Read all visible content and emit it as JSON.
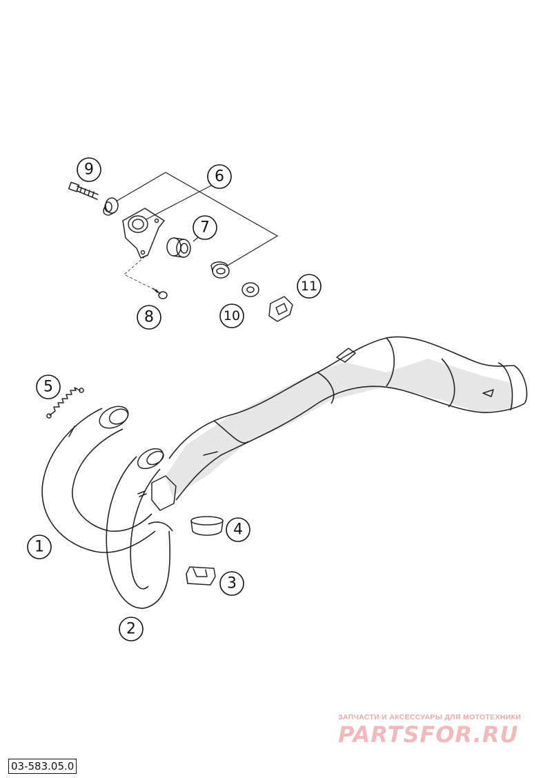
{
  "callouts": [
    "1",
    "2",
    "3",
    "4",
    "5",
    "6",
    "7",
    "8",
    "9",
    "10",
    "11"
  ],
  "document_code": "03-583.05.0",
  "watermark": {
    "caption": "ЗАПЧАСТИ И АКСЕССУАРЫ ДЛЯ МОТОТЕХНИКИ",
    "logo": "PARTSFOR.RU",
    "color": "#f1b9bc"
  }
}
